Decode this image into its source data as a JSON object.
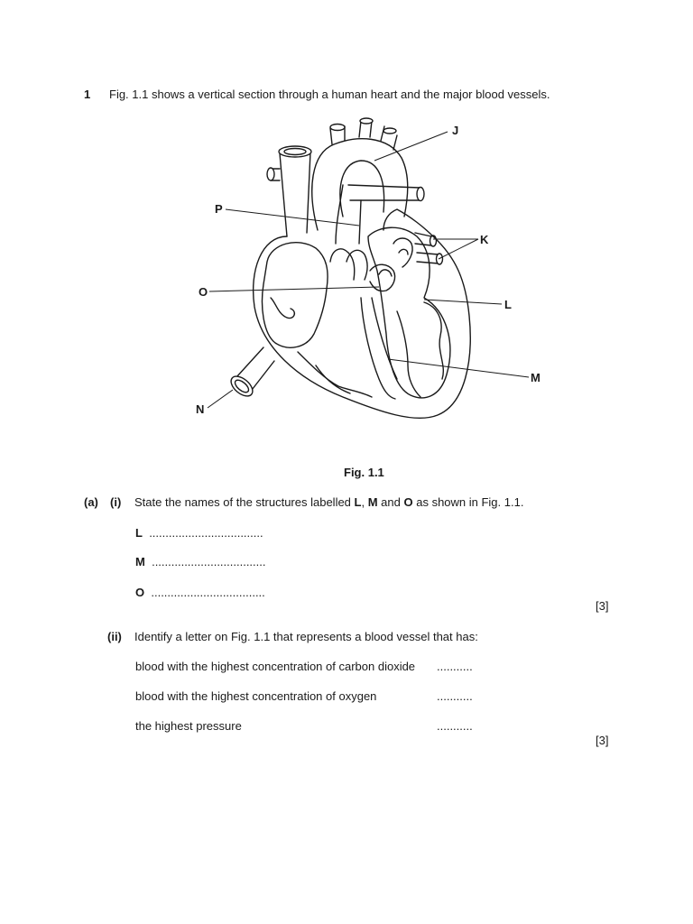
{
  "question": {
    "number": "1",
    "intro": "Fig. 1.1 shows a vertical section through a human heart and the major blood vessels."
  },
  "figure": {
    "caption": "Fig. 1.1",
    "labels": {
      "J": "J",
      "P": "P",
      "K": "K",
      "O": "O",
      "L": "L",
      "M": "M",
      "N": "N"
    }
  },
  "part_a_i": {
    "part": "(a)",
    "sub": "(i)",
    "text_before": "State the names of the structures labelled ",
    "L": "L",
    "comma": ", ",
    "M": "M",
    "and": " and ",
    "O": "O",
    "text_after": " as shown in Fig. 1.1.",
    "answers": [
      {
        "letter": "L",
        "blank": "..................................."
      },
      {
        "letter": "M",
        "blank": "..................................."
      },
      {
        "letter": "O",
        "blank": "..................................."
      }
    ],
    "marks": "[3]"
  },
  "part_a_ii": {
    "sub": "(ii)",
    "text": "Identify a letter on Fig. 1.1 that represents a blood vessel that has:",
    "items": [
      {
        "text": "blood with the highest concentration of carbon dioxide",
        "blank": "..........."
      },
      {
        "text": "blood with the highest concentration of oxygen",
        "blank": "..........."
      },
      {
        "text": "the highest pressure",
        "blank": "..........."
      }
    ],
    "marks": "[3]"
  }
}
